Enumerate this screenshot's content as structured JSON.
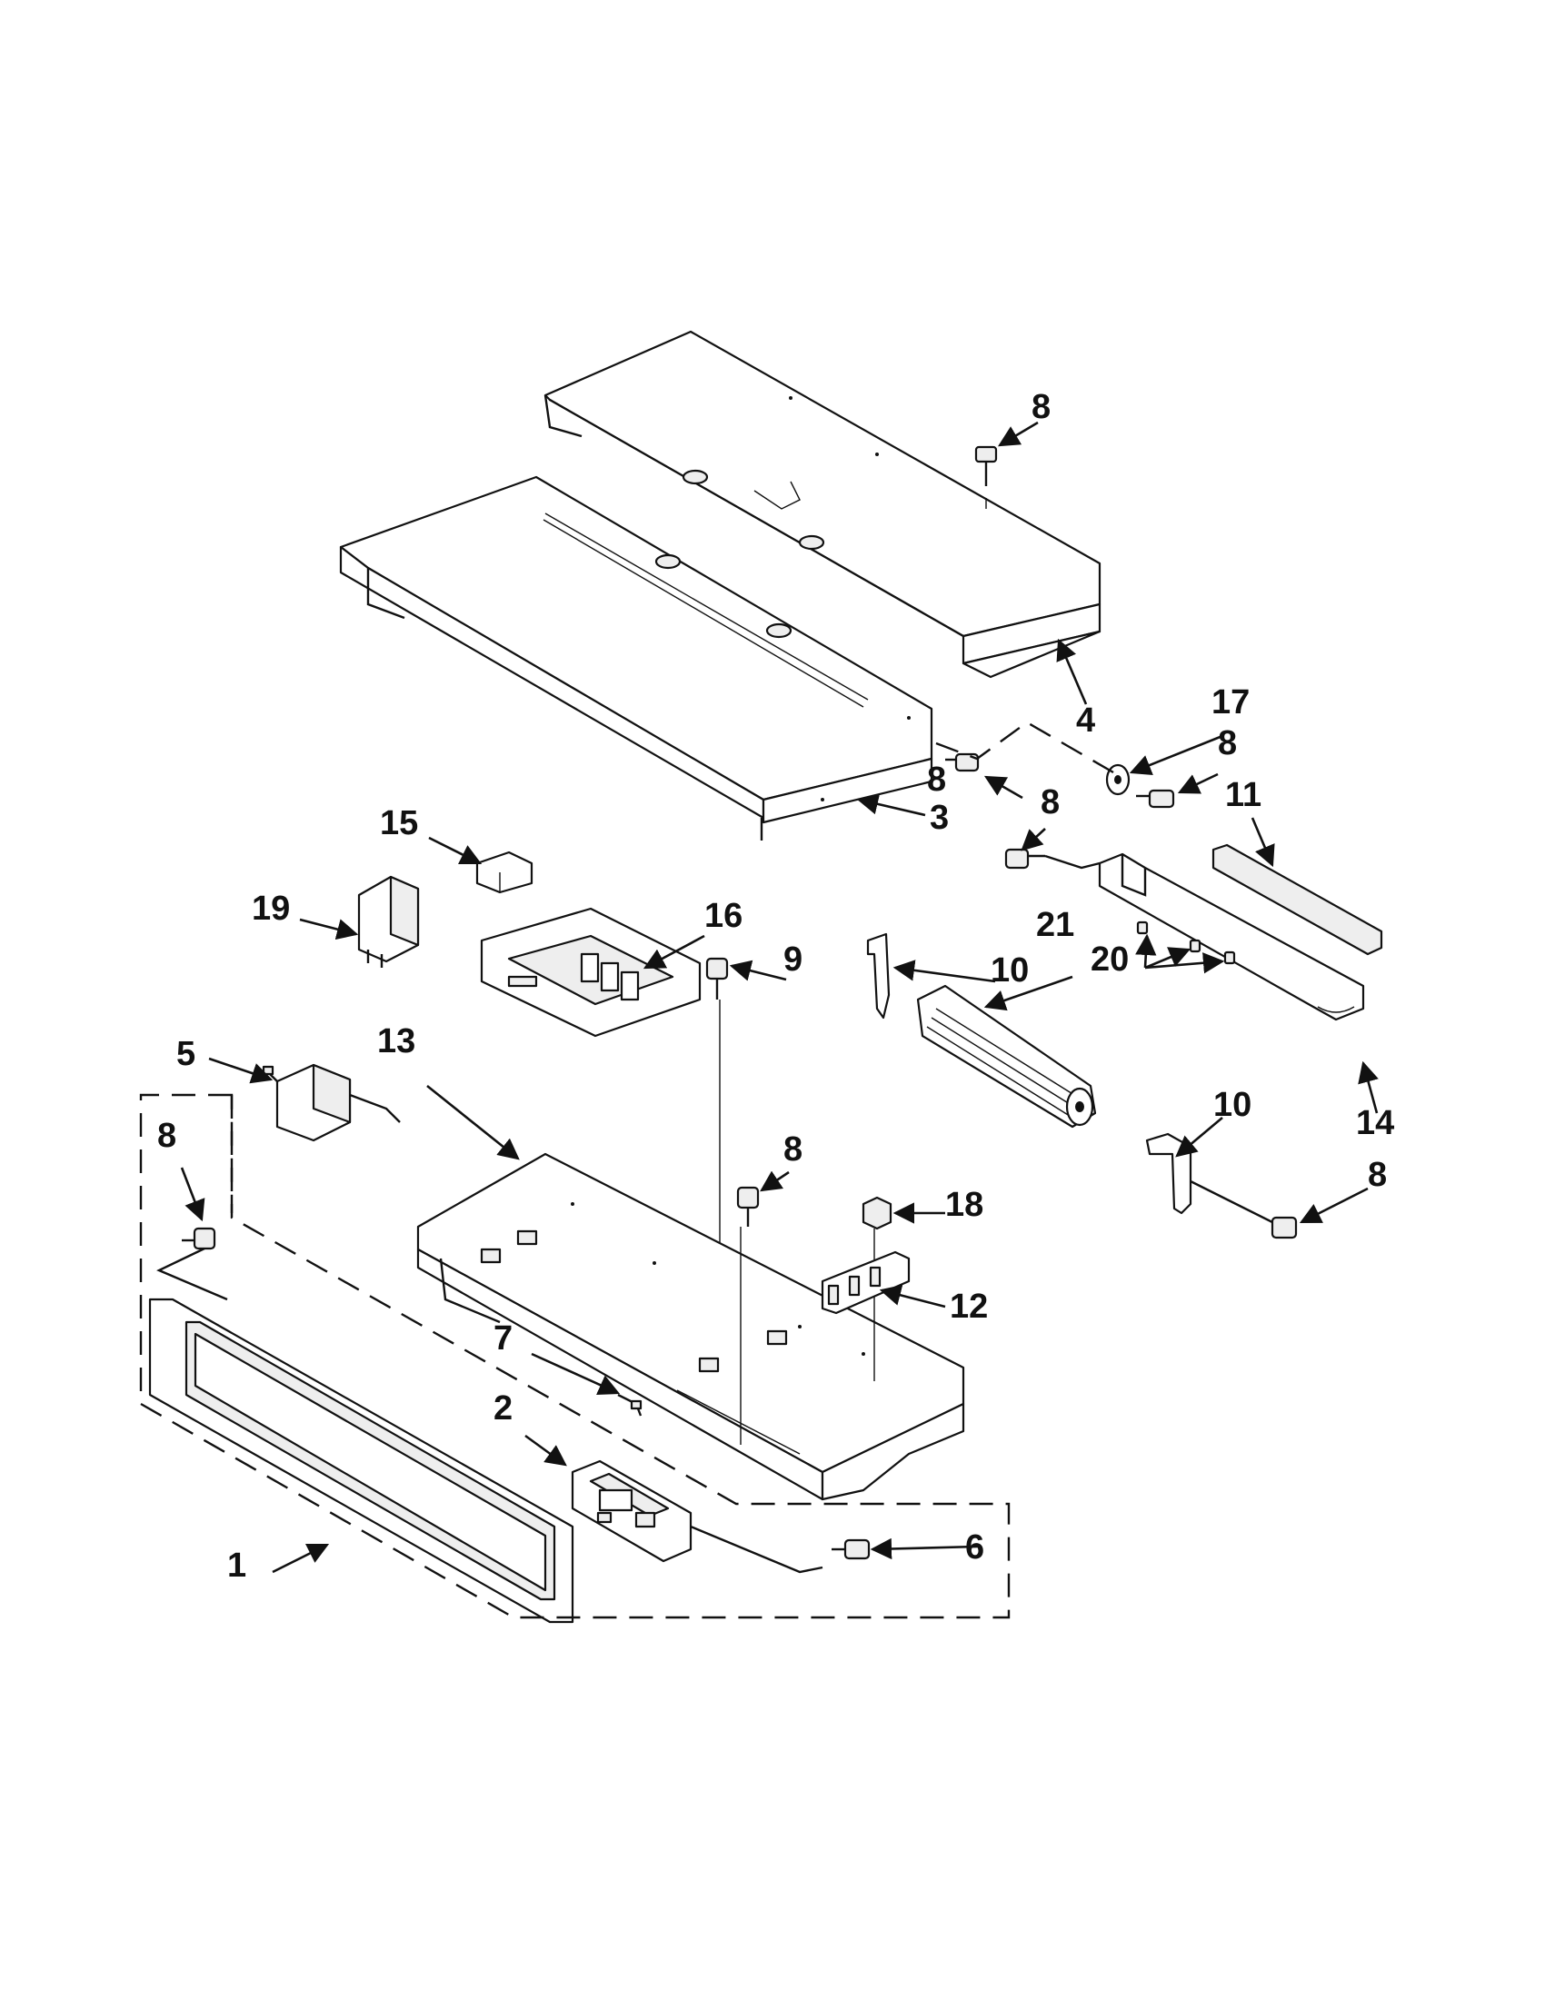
{
  "diagram": {
    "callouts": [
      {
        "id": "c1",
        "text": "1"
      },
      {
        "id": "c2",
        "text": "2"
      },
      {
        "id": "c3",
        "text": "3"
      },
      {
        "id": "c4",
        "text": "4"
      },
      {
        "id": "c5",
        "text": "5"
      },
      {
        "id": "c6",
        "text": "6"
      },
      {
        "id": "c7",
        "text": "7"
      },
      {
        "id": "c8a",
        "text": "8"
      },
      {
        "id": "c8b",
        "text": "8"
      },
      {
        "id": "c8c",
        "text": "8"
      },
      {
        "id": "c8d",
        "text": "8"
      },
      {
        "id": "c8e",
        "text": "8"
      },
      {
        "id": "c8f",
        "text": "8"
      },
      {
        "id": "c8g",
        "text": "8"
      },
      {
        "id": "c9",
        "text": "9"
      },
      {
        "id": "c10a",
        "text": "10"
      },
      {
        "id": "c10b",
        "text": "10"
      },
      {
        "id": "c11",
        "text": "11"
      },
      {
        "id": "c12",
        "text": "12"
      },
      {
        "id": "c13",
        "text": "13"
      },
      {
        "id": "c14",
        "text": "14"
      },
      {
        "id": "c15",
        "text": "15"
      },
      {
        "id": "c16",
        "text": "16"
      },
      {
        "id": "c17",
        "text": "17"
      },
      {
        "id": "c18",
        "text": "18"
      },
      {
        "id": "c19",
        "text": "19"
      },
      {
        "id": "c20",
        "text": "20"
      },
      {
        "id": "c21",
        "text": "21"
      }
    ]
  }
}
